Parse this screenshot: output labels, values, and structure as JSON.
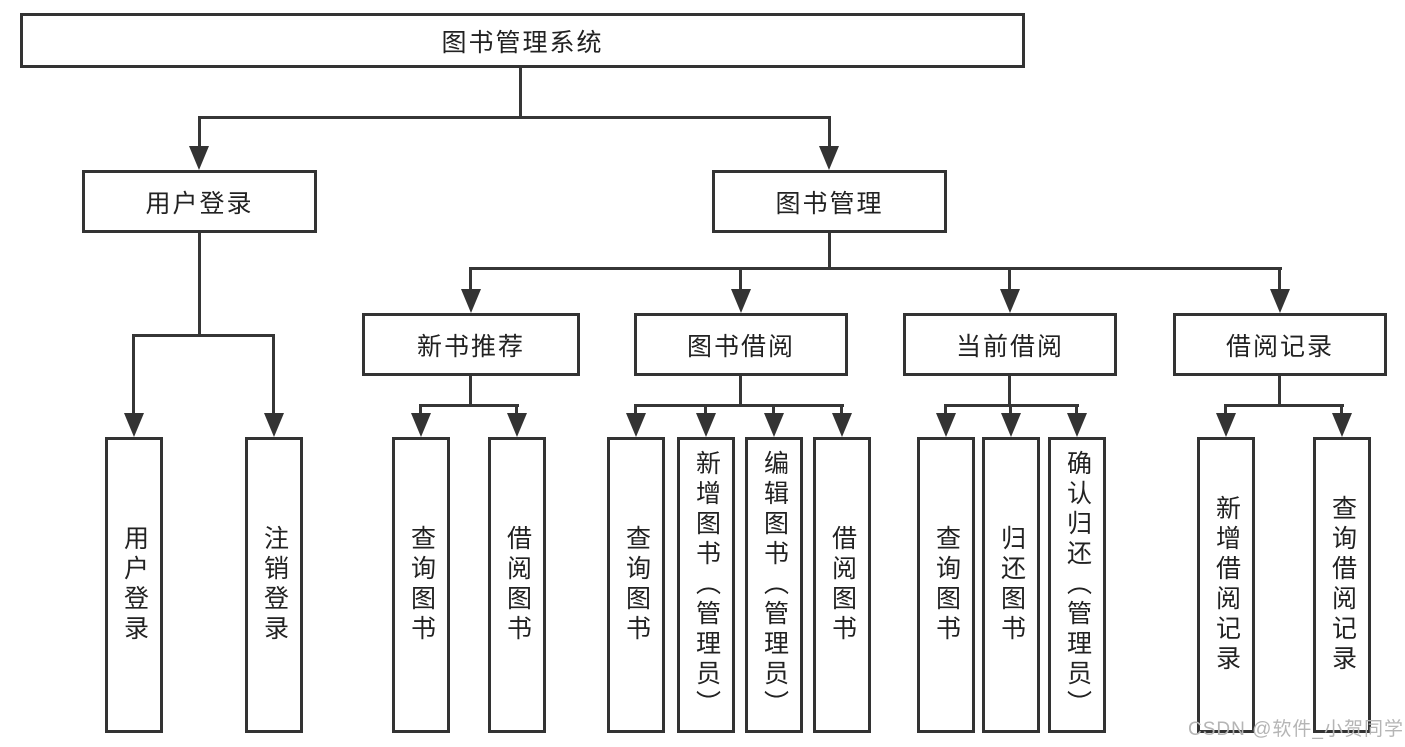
{
  "tree": {
    "root": "图书管理系统",
    "branches": [
      {
        "label": "用户登录",
        "children": [
          "用户登录",
          "注销登录"
        ]
      },
      {
        "label": "图书管理",
        "groups": [
          {
            "label": "新书推荐",
            "children": [
              "查询图书",
              "借阅图书"
            ]
          },
          {
            "label": "图书借阅",
            "children": [
              "查询图书",
              "新增图书（管理员）",
              "编辑图书（管理员）",
              "借阅图书"
            ]
          },
          {
            "label": "当前借阅",
            "children": [
              "查询图书",
              "归还图书",
              "确认归还（管理员）"
            ]
          },
          {
            "label": "借阅记录",
            "children": [
              "新增借阅记录",
              "查询借阅记录"
            ]
          }
        ]
      }
    ]
  },
  "watermark": {
    "text": "CSDN @软件_小贺同学"
  },
  "colors": {
    "line": "#363636",
    "border": "#333333",
    "text": "#222222",
    "watermark": "#b5b5b5",
    "background": "#ffffff"
  }
}
